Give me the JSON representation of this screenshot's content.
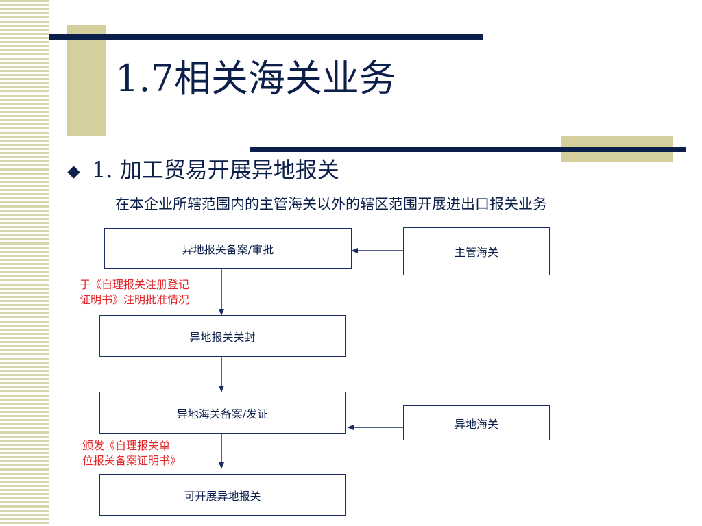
{
  "slide": {
    "title": "1.7相关海关业务",
    "bullet": "1. 加工贸易开展异地报关",
    "description": "在本企业所辖范围内的主管海关以外的辖区范围开展进出口报关业务"
  },
  "flow": {
    "box_approval": "异地报关备案/审批",
    "box_main_customs": "主管海关",
    "note_1_line1": "于《自理报关注册登记",
    "note_1_line2": "证明书》注明批准情况",
    "box_seal": "异地报关关封",
    "box_record": "异地海关备案/发证",
    "box_remote_customs": "异地海关",
    "note_2_line1": "颁发《自理报关单",
    "note_2_line2": "位报关备案证明书》",
    "box_final": "可开展异地报关"
  },
  "colors": {
    "navy": "#0b1f4a",
    "olive": "#d4cf9c",
    "note_red": "#e3262a",
    "box_border": "#1c2c66"
  }
}
